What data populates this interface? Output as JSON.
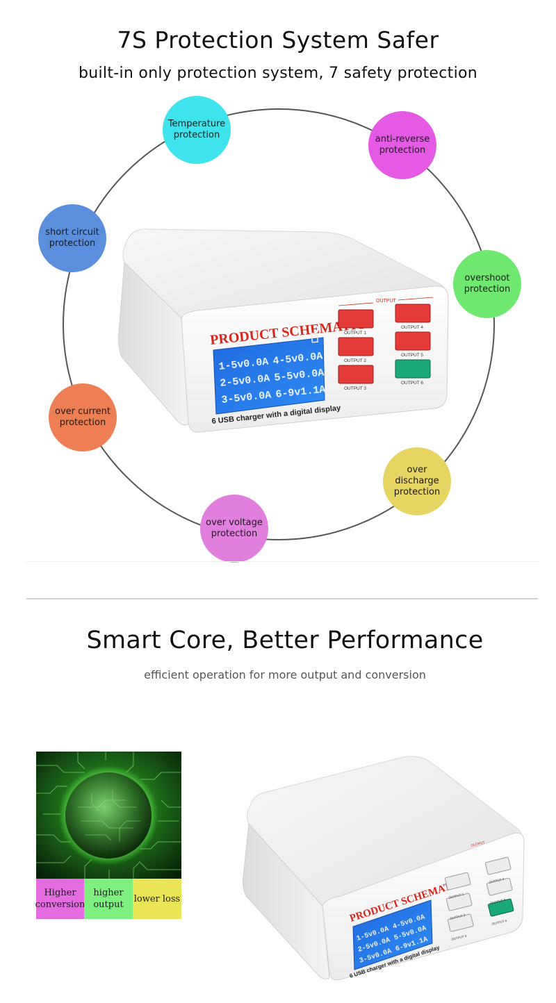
{
  "section1": {
    "title": "7S Protection System Safer",
    "subtitle": "built-in only protection system, 7 safety protection",
    "protections": {
      "temperature": "Temperature protection",
      "anti_reverse": "anti-reverse protection",
      "short_circuit": "short circuit protection",
      "overshoot": "overshoot protection",
      "over_current": "over current protection",
      "over_discharge": "over discharge protection",
      "over_voltage": "over voltage protection"
    },
    "colors": {
      "temperature": "#3ee3ec",
      "anti_reverse": "#e55ae4",
      "short_circuit": "#5b8fdd",
      "overshoot": "#6fe870",
      "over_current": "#ee7f55",
      "over_discharge": "#e6d563",
      "over_voltage": "#e17fdd"
    }
  },
  "product": {
    "schematic_label": "PRODUCT SCHEMATIC",
    "caption": "6 USB charger with a digital display",
    "output_header": "OUTPUT",
    "display_rows": [
      "1-5v0.0A",
      "2-5v0.0A",
      "3-5v0.0A"
    ],
    "display_rows_right": [
      "4-5v0.0A",
      "5-5v0.0A",
      "6-9v1.1A"
    ],
    "port_labels": [
      "OUTPUT 1",
      "OUTPUT 2",
      "OUTPUT 3",
      "OUTPUT 4",
      "OUTPUT 5",
      "OUTPUT 6"
    ]
  },
  "section2": {
    "title": "Smart Core, Better Performance",
    "subtitle": "efficient operation for more output and conversion",
    "features": {
      "conversion": "Higher conversion",
      "output": "higher output",
      "loss": "lower loss"
    }
  }
}
